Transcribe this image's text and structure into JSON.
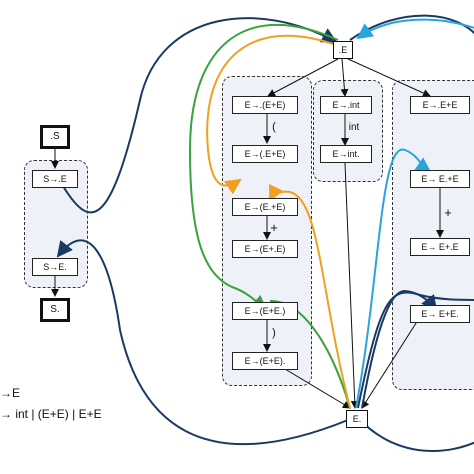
{
  "diagram": {
    "nodes": {
      "start_s": ".S",
      "s_dot_e": "S→.E",
      "s_e_dot": "S→E.",
      "final_s": "S.",
      "dot_e": ".E",
      "e_dot": "E.",
      "e_open": "E→.(E+E)",
      "e_paren_dot": "E→(.E+E)",
      "e_after_e": "E→(E.+E)",
      "e_after_plus": "E→(E+.E)",
      "e_after_e2": "E→(E+E.)",
      "e_close": "E→(E+E).",
      "e_int": "E→.int",
      "e_int_dot": "E→int.",
      "e_plus_open": "E→.E+E",
      "e_plus_after_e": "E→ E.+E",
      "e_plus_after_plus": "E→ E+.E",
      "e_plus_done": "E→ E+E."
    },
    "edge_labels": {
      "lparen": "(",
      "plus1": "+",
      "rparen": ")",
      "int": "int",
      "plus2": "+"
    },
    "grammar": {
      "line1": "→E",
      "line2": "→ int | (E+E) | E+E"
    }
  },
  "colors": {
    "navy": "#1b3a63",
    "green": "#3aa23a",
    "orange": "#f0a020",
    "cyan": "#2aa4dc",
    "group_fill": "#eef2f8"
  }
}
